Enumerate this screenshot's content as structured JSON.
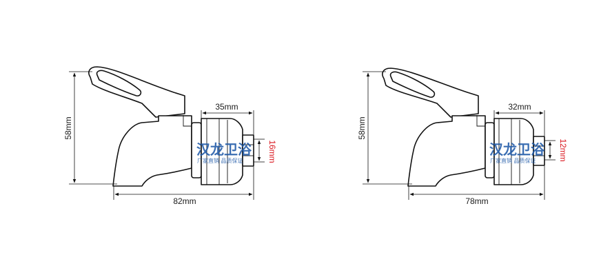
{
  "drawings": [
    {
      "height_label": "58mm",
      "width_label": "82mm",
      "flange_label": "35mm",
      "thread_label": "16mm"
    },
    {
      "height_label": "58mm",
      "width_label": "78mm",
      "flange_label": "32mm",
      "thread_label": "12mm"
    }
  ],
  "watermark": {
    "title": "汉龙卫浴",
    "subtitle": "厂家直销 品质保证"
  },
  "colors": {
    "line": "#111111",
    "dimension_highlight": "#d9141c",
    "watermark": "#1f5aa8"
  }
}
